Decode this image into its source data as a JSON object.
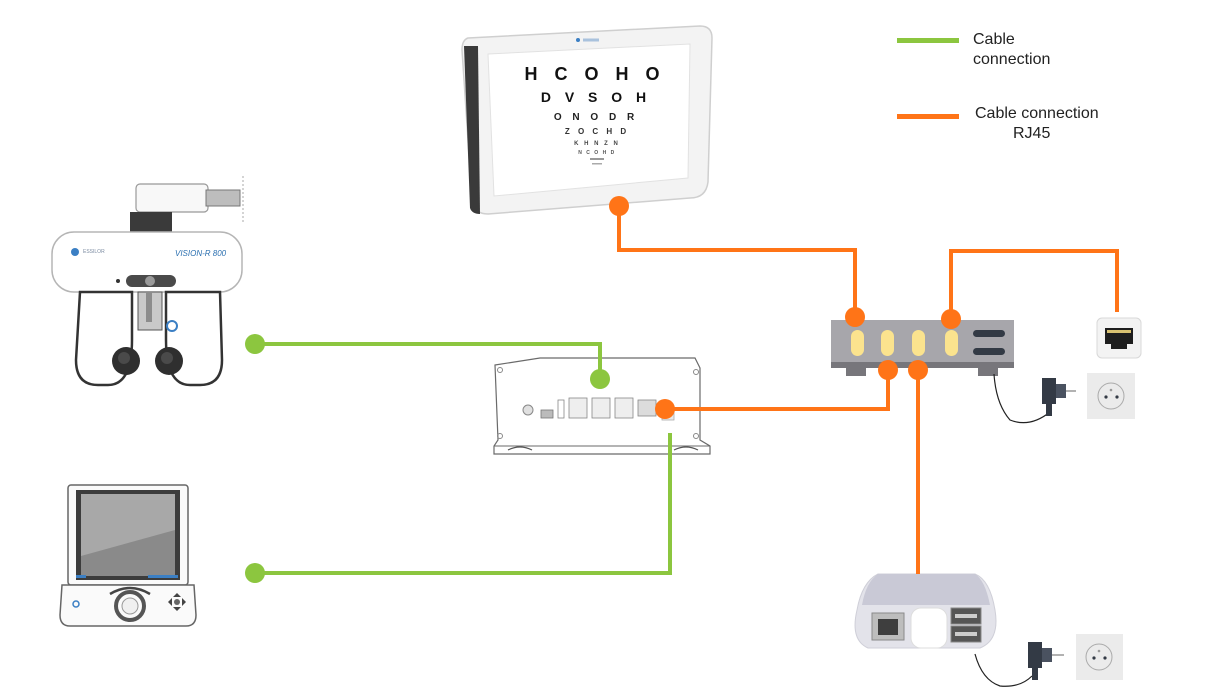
{
  "colors": {
    "cable": "#8cc63f",
    "rj45": "#ff7417",
    "switch_body": "#a7a6ab",
    "switch_base": "#77767b",
    "port_led": "#fbe38e",
    "device_white": "#f7f7f7",
    "device_outline": "#8a8a8a",
    "dark": "#333a45"
  },
  "legend": {
    "items": [
      {
        "label_line1": "Cable",
        "label_line2": "connection",
        "type": "cable"
      },
      {
        "label_line1": "Cable connection",
        "label_line2": "RJ45",
        "type": "rj45"
      }
    ]
  },
  "devices": {
    "eye_chart": {
      "name": "Visual acuity chart display",
      "rows": [
        "H C O H O",
        "D V S O H",
        "O N O D R",
        "Z O C H D",
        "K H N Z N",
        "N C O H D"
      ]
    },
    "phoropter": {
      "name": "Phoropter",
      "brand": "ESSILOR",
      "model": "VISION-R 800"
    },
    "control_tablet": {
      "name": "Control tablet"
    },
    "control_box": {
      "name": "Central control box"
    },
    "network_switch": {
      "name": "Network switch"
    },
    "wall_rj45": {
      "name": "RJ45 wall socket"
    },
    "power_socket_switch": {
      "name": "Power outlet"
    },
    "power_adapter_switch": {
      "name": "Power adapter"
    },
    "mini_pc": {
      "name": "Mini PC"
    },
    "power_socket_pc": {
      "name": "Power outlet"
    },
    "power_adapter_pc": {
      "name": "Power adapter"
    }
  }
}
